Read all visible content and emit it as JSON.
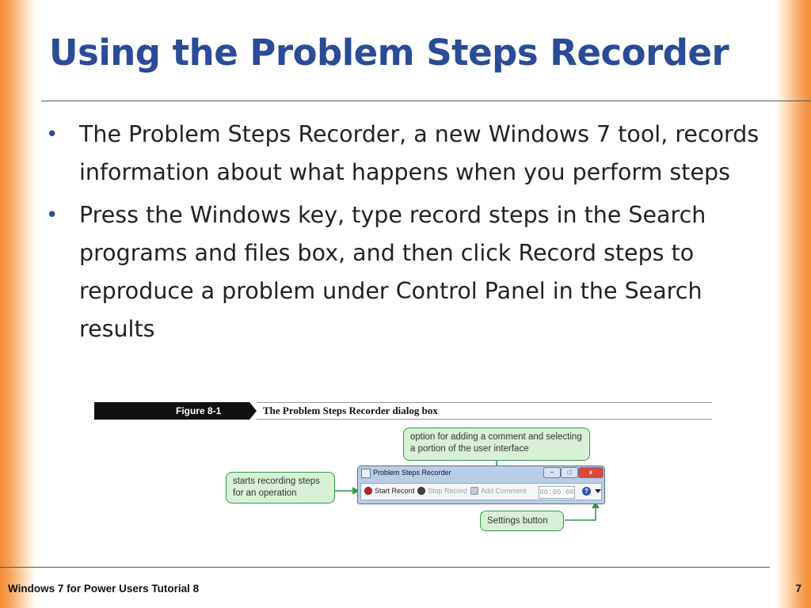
{
  "slide": {
    "title": "Using the Problem Steps Recorder",
    "bullets": [
      "The Problem Steps Recorder, a new Windows 7 tool, records information about what happens when you perform steps",
      "Press the Windows key, type record steps in the Search programs and files box, and then click Record steps to reproduce a problem under Control Panel in the Search results"
    ],
    "bullet_glyph": "•"
  },
  "figure": {
    "number": "Figure 8-1",
    "caption": "The Problem Steps Recorder dialog box",
    "callouts": {
      "comment": "option for adding a comment and selecting a portion of the user interface",
      "start": "starts recording steps for an operation",
      "settings": "Settings button"
    },
    "dialog": {
      "title": "Problem Steps Recorder",
      "start_record": "Start Record",
      "stop_record": "Stop Record",
      "add_comment": "Add Comment",
      "timer": "00:00:00",
      "help": "?",
      "minimize": "–",
      "maximize": "□",
      "close": "x"
    }
  },
  "footer": {
    "text": "Windows 7 for Power Users Tutorial 8",
    "page": "7"
  },
  "colors": {
    "title": "#2a4a9a",
    "accent_orange": "#f28a30",
    "callout_fill": "#d8f0d6",
    "callout_border": "#2e9a4a"
  }
}
